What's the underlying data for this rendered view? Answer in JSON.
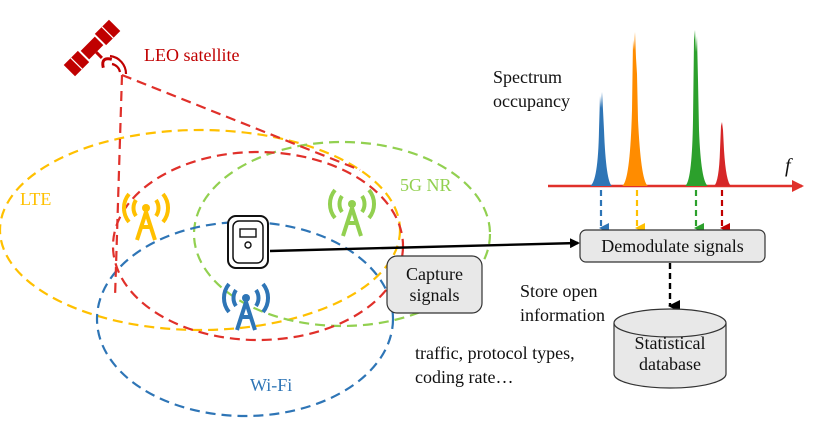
{
  "labels": {
    "leo_satellite": "LEO satellite",
    "lte": "LTE",
    "nr_5g": "5G NR",
    "wifi": "Wi-Fi",
    "spectrum_line1": "Spectrum",
    "spectrum_line2": "occupancy",
    "freq_axis": "f",
    "store_line1": "Store open",
    "store_line2": "information",
    "traffic_line1": "traffic, protocol types,",
    "traffic_line2": "coding rate…"
  },
  "boxes": {
    "capture_line1": "Capture",
    "capture_line2": "signals",
    "demodulate": "Demodulate signals",
    "database_line1": "Statistical",
    "database_line2": "database"
  },
  "colors": {
    "leo": "#c00000",
    "lte": "#ffc000",
    "nr_5g": "#92d050",
    "wifi": "#0070c0",
    "spectrum_blue": "#2e75b6",
    "spectrum_orange": "#ff8c00",
    "spectrum_yellow": "#ffc000",
    "spectrum_green": "#2ca02c",
    "spectrum_red": "#d62728",
    "box_fill": "#e8e8e8"
  },
  "icons": {
    "satellite": "satellite-icon",
    "tower_lte": "cell-tower-icon",
    "tower_5g": "cell-tower-icon",
    "tower_wifi": "cell-tower-icon",
    "device": "receiver-device-icon"
  }
}
